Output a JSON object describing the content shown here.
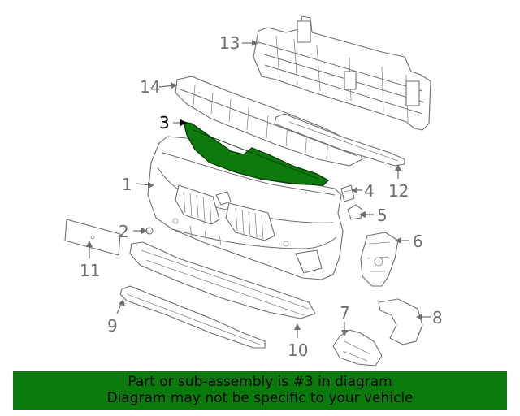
{
  "callouts": {
    "c1": "1",
    "c2": "2",
    "c3": "3",
    "c4": "4",
    "c5": "5",
    "c6": "6",
    "c7": "7",
    "c8": "8",
    "c9": "9",
    "c10": "10",
    "c11": "11",
    "c12": "12",
    "c13": "13",
    "c14": "14"
  },
  "highlight_color": "#0a7a0a",
  "banner": {
    "line1": "Part or sub-assembly is #3 in diagram",
    "line2": "Diagram may not be specific to your vehicle"
  }
}
